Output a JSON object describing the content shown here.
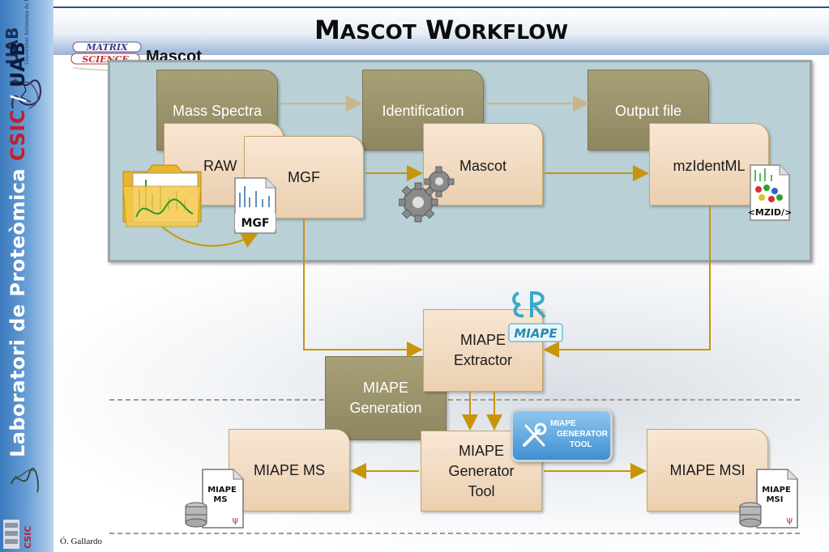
{
  "slide": {
    "title_first_big": "M",
    "title_first_small": "ASCOT",
    "title_second_big": "W",
    "title_second_small": "ORKFLOW",
    "credit": "Ó. Gallardo"
  },
  "logos": {
    "matrix_line1": "MATRIX",
    "matrix_line2": "SCIENCE",
    "mascot_text": "Mascot",
    "miape_text": "MIAPE",
    "generator_icon_line1": "MIAPE",
    "generator_icon_line2": "GENERATOR",
    "generator_icon_line3": "TOOL",
    "mgf_doc": "MGF",
    "mzid_doc": "<MZID/>",
    "miape_ms_doc_line1": "MIAPE",
    "miape_ms_doc_line2": "MS",
    "miape_msi_doc_line1": "MIAPE",
    "miape_msi_doc_line2": "MSI"
  },
  "sidebar": {
    "uab_logo": "UAB",
    "university_text": "Universitat Autònoma de Barcelona",
    "lab_part1": "Laboratori de Proteòmica ",
    "lab_part2": "CSIC",
    "lab_sep": " / ",
    "lab_part3": "UAB",
    "csic_logo": "CSIC"
  },
  "diagram": {
    "stage_headers": [
      "Mass Spectra",
      "Identification",
      "Output file"
    ],
    "raw": "RAW",
    "mgf": "MGF",
    "mascot": "Mascot",
    "mzidentml": "mzIdentML",
    "extractor_line1": "MIAPE",
    "extractor_line2": "Extractor",
    "generation_line1": "MIAPE",
    "generation_line2": "Generation",
    "generator_line1": "MIAPE",
    "generator_line2": "Generator",
    "generator_line3": "Tool",
    "miape_ms": "MIAPE MS",
    "miape_msi": "MIAPE MSI"
  },
  "colors": {
    "box_fill": "#f1dcc4",
    "olive": "#9a9270",
    "arrow": "#c8950a",
    "panel": "#b8d0d6",
    "sidebar_blue": "#4a86c8"
  }
}
